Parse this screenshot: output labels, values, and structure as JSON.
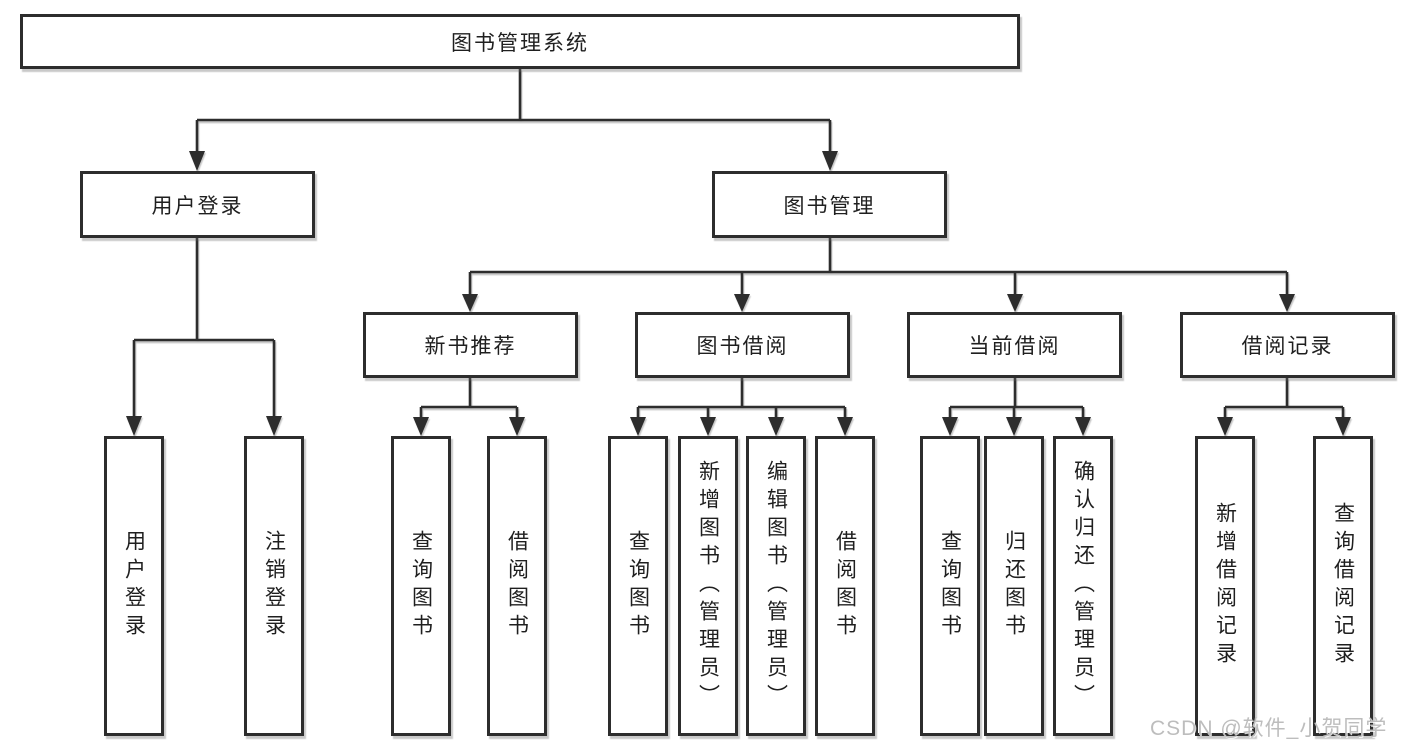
{
  "diagram": {
    "type": "tree",
    "title": "图书管理系统"
  },
  "nodes": {
    "root": {
      "label": "图书管理系统"
    },
    "user_login": {
      "label": "用户登录"
    },
    "book_mgmt": {
      "label": "图书管理"
    },
    "new_books": {
      "label": "新书推荐"
    },
    "book_borrow": {
      "label": "图书借阅"
    },
    "current_borrow": {
      "label": "当前借阅"
    },
    "borrow_records": {
      "label": "借阅记录"
    },
    "login": {
      "label": "用户登录"
    },
    "logout": {
      "label": "注销登录"
    },
    "nb_query": {
      "label": "查询图书"
    },
    "nb_borrow": {
      "label": "借阅图书"
    },
    "bb_query": {
      "label": "查询图书"
    },
    "bb_add": {
      "label": "新增图书（管理员）"
    },
    "bb_edit": {
      "label": "编辑图书（管理员）"
    },
    "bb_borrow": {
      "label": "借阅图书"
    },
    "cb_query": {
      "label": "查询图书"
    },
    "cb_return": {
      "label": "归还图书"
    },
    "cb_confirm": {
      "label": "确认归还（管理员）"
    },
    "br_add": {
      "label": "新增借阅记录"
    },
    "br_query": {
      "label": "查询借阅记录"
    }
  },
  "edges": [
    [
      "root",
      "user_login"
    ],
    [
      "root",
      "book_mgmt"
    ],
    [
      "user_login",
      "login"
    ],
    [
      "user_login",
      "logout"
    ],
    [
      "book_mgmt",
      "new_books"
    ],
    [
      "book_mgmt",
      "book_borrow"
    ],
    [
      "book_mgmt",
      "current_borrow"
    ],
    [
      "book_mgmt",
      "borrow_records"
    ],
    [
      "new_books",
      "nb_query"
    ],
    [
      "new_books",
      "nb_borrow"
    ],
    [
      "book_borrow",
      "bb_query"
    ],
    [
      "book_borrow",
      "bb_add"
    ],
    [
      "book_borrow",
      "bb_edit"
    ],
    [
      "book_borrow",
      "bb_borrow"
    ],
    [
      "current_borrow",
      "cb_query"
    ],
    [
      "current_borrow",
      "cb_return"
    ],
    [
      "current_borrow",
      "cb_confirm"
    ],
    [
      "borrow_records",
      "br_add"
    ],
    [
      "borrow_records",
      "br_query"
    ]
  ],
  "watermark": {
    "text": "CSDN @软件_小贺同学"
  },
  "colors": {
    "line": "#2d2d2d",
    "box_border": "#2d2d2d",
    "box_fill": "#ffffff",
    "text": "#1f1f1f",
    "watermark": "#bdbdbd"
  }
}
